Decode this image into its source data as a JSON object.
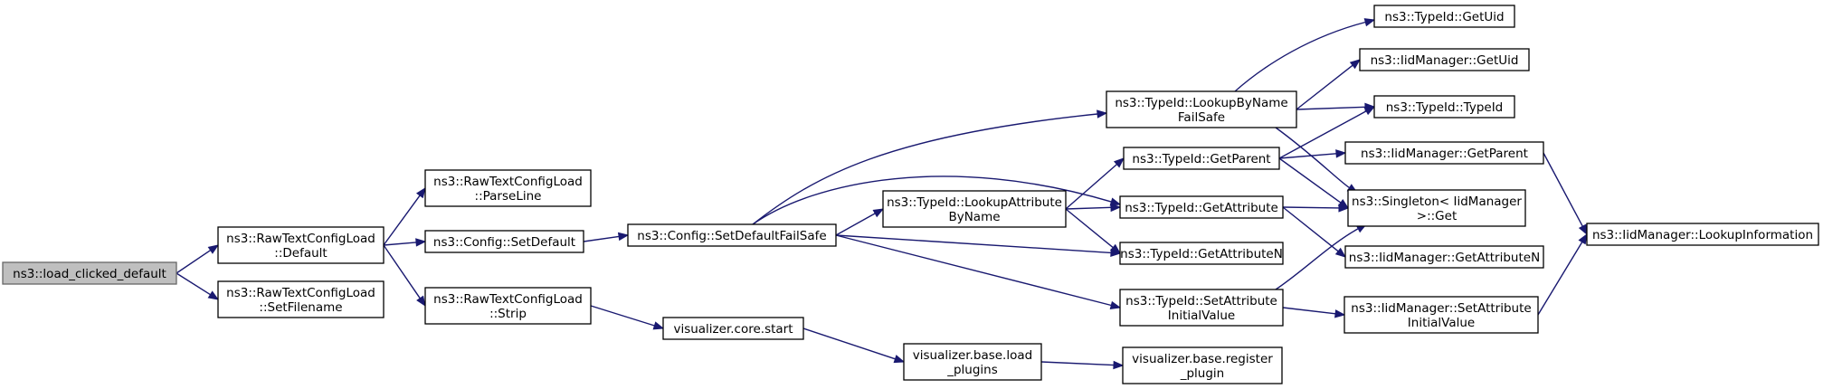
{
  "diagram": {
    "nodes": [
      {
        "id": "load_clicked_default",
        "lines": [
          "ns3::load_clicked_default"
        ],
        "root": true
      },
      {
        "id": "rtcl_default",
        "lines": [
          "ns3::RawTextConfigLoad",
          "::Default"
        ]
      },
      {
        "id": "rtcl_setfilename",
        "lines": [
          "ns3::RawTextConfigLoad",
          "::SetFilename"
        ]
      },
      {
        "id": "rtcl_parseline",
        "lines": [
          "ns3::RawTextConfigLoad",
          "::ParseLine"
        ]
      },
      {
        "id": "config_setdefault",
        "lines": [
          "ns3::Config::SetDefault"
        ]
      },
      {
        "id": "rtcl_strip",
        "lines": [
          "ns3::RawTextConfigLoad",
          "::Strip"
        ]
      },
      {
        "id": "config_setdefaultfailsafe",
        "lines": [
          "ns3::Config::SetDefaultFailSafe"
        ]
      },
      {
        "id": "viz_core_start",
        "lines": [
          "visualizer.core.start"
        ]
      },
      {
        "id": "viz_base_load_plugins",
        "lines": [
          "visualizer.base.load",
          "_plugins"
        ]
      },
      {
        "id": "viz_base_register_plugin",
        "lines": [
          "visualizer.base.register",
          "_plugin"
        ]
      },
      {
        "id": "typeid_lookupbynamefailsafe",
        "lines": [
          "ns3::TypeId::LookupByName",
          "FailSafe"
        ]
      },
      {
        "id": "typeid_lookupattributebyname",
        "lines": [
          "ns3::TypeId::LookupAttribute",
          "ByName"
        ]
      },
      {
        "id": "typeid_getparent",
        "lines": [
          "ns3::TypeId::GetParent"
        ]
      },
      {
        "id": "typeid_getattribute",
        "lines": [
          "ns3::TypeId::GetAttribute"
        ]
      },
      {
        "id": "typeid_getattributen",
        "lines": [
          "ns3::TypeId::GetAttributeN"
        ]
      },
      {
        "id": "typeid_setattributeinitialvalue",
        "lines": [
          "ns3::TypeId::SetAttribute",
          "InitialValue"
        ]
      },
      {
        "id": "typeid_getuid",
        "lines": [
          "ns3::TypeId::GetUid"
        ]
      },
      {
        "id": "iidmanager_getuid",
        "lines": [
          "ns3::IidManager::GetUid"
        ]
      },
      {
        "id": "typeid_typeid",
        "lines": [
          "ns3::TypeId::TypeId"
        ]
      },
      {
        "id": "iidmanager_getparent",
        "lines": [
          "ns3::IidManager::GetParent"
        ]
      },
      {
        "id": "singleton_get",
        "lines": [
          "ns3::Singleton< IidManager",
          " >::Get"
        ]
      },
      {
        "id": "iidmanager_getattributen",
        "lines": [
          "ns3::IidManager::GetAttributeN"
        ]
      },
      {
        "id": "iidmanager_setattributeinitialvalue",
        "lines": [
          "ns3::IidManager::SetAttribute",
          "InitialValue"
        ]
      },
      {
        "id": "iidmanager_lookupinformation",
        "lines": [
          "ns3::IidManager::LookupInformation"
        ]
      }
    ],
    "edges": [
      {
        "from": "load_clicked_default",
        "to": "rtcl_default"
      },
      {
        "from": "load_clicked_default",
        "to": "rtcl_setfilename"
      },
      {
        "from": "rtcl_default",
        "to": "rtcl_parseline"
      },
      {
        "from": "rtcl_default",
        "to": "config_setdefault"
      },
      {
        "from": "rtcl_default",
        "to": "rtcl_strip"
      },
      {
        "from": "config_setdefault",
        "to": "config_setdefaultfailsafe"
      },
      {
        "from": "rtcl_strip",
        "to": "viz_core_start"
      },
      {
        "from": "viz_core_start",
        "to": "viz_base_load_plugins"
      },
      {
        "from": "viz_base_load_plugins",
        "to": "viz_base_register_plugin"
      },
      {
        "from": "config_setdefaultfailsafe",
        "to": "typeid_lookupbynamefailsafe"
      },
      {
        "from": "config_setdefaultfailsafe",
        "to": "typeid_getattribute"
      },
      {
        "from": "config_setdefaultfailsafe",
        "to": "typeid_lookupattributebyname"
      },
      {
        "from": "config_setdefaultfailsafe",
        "to": "typeid_getattributen"
      },
      {
        "from": "config_setdefaultfailsafe",
        "to": "typeid_setattributeinitialvalue"
      },
      {
        "from": "typeid_lookupattributebyname",
        "to": "typeid_getparent"
      },
      {
        "from": "typeid_lookupattributebyname",
        "to": "typeid_getattribute"
      },
      {
        "from": "typeid_lookupattributebyname",
        "to": "typeid_getattributen"
      },
      {
        "from": "typeid_lookupbynamefailsafe",
        "to": "typeid_getuid"
      },
      {
        "from": "typeid_lookupbynamefailsafe",
        "to": "iidmanager_getuid"
      },
      {
        "from": "typeid_lookupbynamefailsafe",
        "to": "typeid_typeid"
      },
      {
        "from": "typeid_lookupbynamefailsafe",
        "to": "singleton_get"
      },
      {
        "from": "typeid_getparent",
        "to": "typeid_typeid"
      },
      {
        "from": "typeid_getparent",
        "to": "iidmanager_getparent"
      },
      {
        "from": "typeid_getparent",
        "to": "singleton_get"
      },
      {
        "from": "typeid_getattribute",
        "to": "singleton_get"
      },
      {
        "from": "typeid_getattribute",
        "to": "iidmanager_getattributen"
      },
      {
        "from": "typeid_setattributeinitialvalue",
        "to": "singleton_get"
      },
      {
        "from": "typeid_setattributeinitialvalue",
        "to": "iidmanager_setattributeinitialvalue"
      },
      {
        "from": "iidmanager_getparent",
        "to": "iidmanager_lookupinformation"
      },
      {
        "from": "iidmanager_setattributeinitialvalue",
        "to": "iidmanager_lookupinformation"
      }
    ]
  }
}
